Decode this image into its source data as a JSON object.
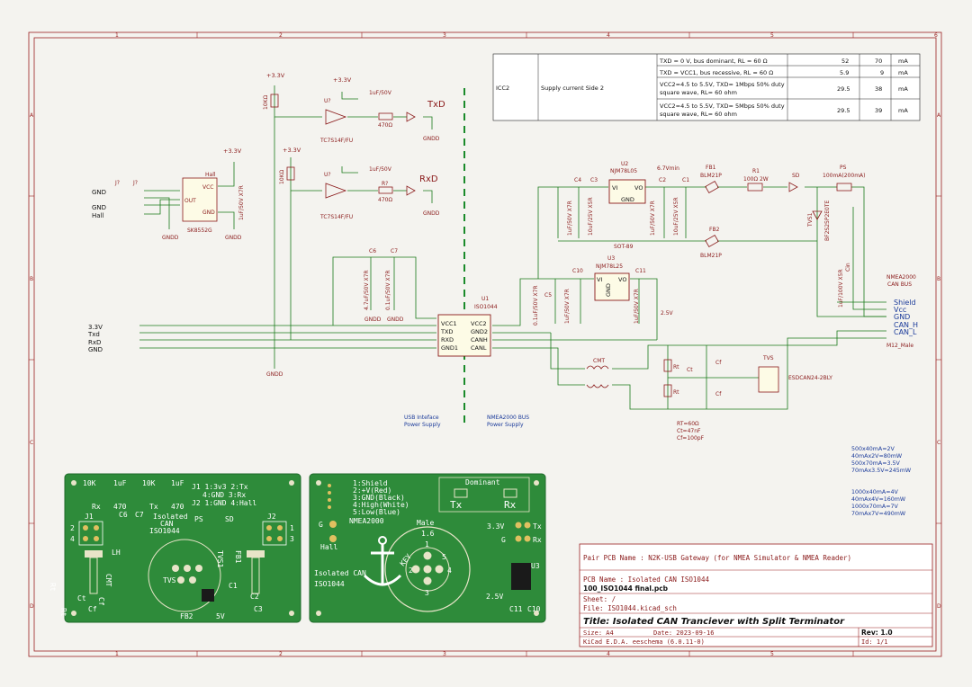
{
  "frame": {
    "columns": [
      "1",
      "2",
      "3",
      "4",
      "5",
      "6"
    ],
    "rows": [
      "A",
      "B",
      "C",
      "D"
    ]
  },
  "spec_table": {
    "param": "ICC2",
    "desc": "Supply current Side 2",
    "rows": [
      {
        "cond": "TXD = 0 V, bus dominant, RL = 60 Ω",
        "typ": "52",
        "max": "70",
        "unit": "mA"
      },
      {
        "cond": "TXD = VCC1, bus recessive, RL = 60 Ω",
        "typ": "5.9",
        "max": "9",
        "unit": "mA"
      },
      {
        "cond1": "VCC2=4.5 to 5.5V, TXD= 1Mbps 50% duty",
        "cond2": "square wave, RL= 60 ohm",
        "typ": "29.5",
        "max": "38",
        "unit": "mA"
      },
      {
        "cond1": "VCC2=4.5 to 5.5V, TXD= 5Mbps 50% duty",
        "cond2": "square wave, RL= 60 ohm",
        "typ": "29.5",
        "max": "39",
        "unit": "mA"
      }
    ]
  },
  "schematic": {
    "power_labels": {
      "v33a": "+3.3V",
      "v33b": "+3.3V",
      "v33c": "+3.3V",
      "v33d": "+3.3V"
    },
    "hall_block": {
      "conn_a": "J?",
      "conn_b": "J?",
      "pins": [
        "GND",
        "",
        "GND",
        "Hall"
      ],
      "ic_name": "SK8552G",
      "ic_title": "Hall",
      "pin_vcc": "VCC",
      "pin_out": "OUT",
      "pin_gnd": "GND",
      "cap": "1uF/50V X7R",
      "gnd1": "GNDD",
      "gnd2": "GNDD"
    },
    "led_tx": {
      "ic": "U?",
      "part": "TC7S14F/FU",
      "cap": "1uF/50V",
      "res": "470Ω",
      "label": "TxD",
      "gnd": "GNDD",
      "pullup": "10KΩ"
    },
    "led_rx": {
      "ic": "U?",
      "part": "TC7S14F/FU",
      "cap": "1uF/50V",
      "res": "R?",
      "res_val": "470Ω",
      "label": "RxD",
      "gnd": "GNDD",
      "pullup": "10KΩ"
    },
    "iso_caps": {
      "c6": "C6",
      "c7": "C7",
      "c6v": "4.7uF/50V X7R",
      "c7v": "0.1uF/50V X7R",
      "gnd1": "GNDD",
      "gnd2": "GNDD"
    },
    "left_conn": {
      "pins": [
        "3.3V",
        "Txd",
        "RxD",
        "GND"
      ],
      "gnd": "GNDD"
    },
    "u1": {
      "ref": "U1",
      "part": "ISO1044",
      "l1": "VCC1",
      "l2": "TXD",
      "l3": "RXD",
      "l4": "GND1",
      "r1": "VCC2",
      "r2": "GND2",
      "r3": "CANH",
      "r4": "CANL"
    },
    "bus_labels": {
      "left": "USB Inteface\nPower Supply",
      "left1": "USB Inteface",
      "left2": "Power Supply",
      "right1": "NMEA2000 BUS",
      "right2": "Power Supply"
    },
    "u2": {
      "ref": "U2",
      "part": "NJM78L05",
      "vi": "VI",
      "vo": "VO",
      "gnd": "GND",
      "pkg": "SOT-89",
      "c3": "C3",
      "c4": "C4",
      "c2": "C2",
      "c1": "C1",
      "vmin": "6.7Vmin",
      "c4v": "1uF/50V X7R",
      "c3v": "10uF/25V X5R",
      "c2v": "1uF/50V X7R",
      "c1v": "10uF/25V X5R"
    },
    "fb1": {
      "ref": "FB1",
      "part": "BLM21P"
    },
    "fb2": {
      "ref": "FB2",
      "part": "BLM21P"
    },
    "r1": {
      "ref": "R1",
      "val": "100Ω 2W"
    },
    "sd": {
      "ref": "SD"
    },
    "ps": {
      "ref": "PS",
      "val": "100mA(200mA)"
    },
    "tvs1": {
      "ref": "TVS1",
      "part": "BF2S25P2E0TE"
    },
    "cin": {
      "ref": "Cin",
      "val": "1uF/100V X5R"
    },
    "u3": {
      "ref": "U3",
      "part": "NJM78L25",
      "vi": "VI",
      "vo": "VO",
      "gnd": "GND",
      "c10": "C10",
      "c11": "C11",
      "c5": "C5",
      "c5v": "0.1uF/50V X7R",
      "c10v": "1uF/50V X7R",
      "c11v": "1uF/50V X7R",
      "v25": "2.5V"
    },
    "cmt": {
      "ref": "CMT"
    },
    "term": {
      "rt": "Rt",
      "ct": "Ct",
      "cf": "Cf",
      "tvs": "TVS",
      "tvs_part": "ESDCAN24-2BLY",
      "vals1": "RT=60Ω",
      "vals2": "Ct=47nF",
      "vals3": "Cf=100pF"
    },
    "nmea": {
      "title1": "NMEA2000",
      "title2": "CAN BUS",
      "pins": [
        "Shield",
        "Vcc",
        "GND",
        "CAN_H",
        "CAN_L"
      ],
      "conn": "M12_Male"
    },
    "notes1": [
      "500x40mA=2V",
      "40mAx2V=80mW",
      "500x70mA=3.5V",
      "70mAx3.5V=245mW"
    ],
    "notes2": [
      "1000x40mA=4V",
      "40mAx4V=160mW",
      "1000x70mA=7V",
      "70mAx7V=490mW"
    ]
  },
  "pcb_left": {
    "top_labels": [
      "10K",
      "1uF",
      "10K",
      "1uF"
    ],
    "rx": "Rx",
    "r470a": "470",
    "tx": "Tx",
    "r470b": "470",
    "legend1": "J1 1:3v3  2:Tx",
    "legend2": "4:GND 3:Rx",
    "legend3": "J2 1:GND 4:Hall",
    "j1": "J1",
    "j2": "J2",
    "c6": "C6",
    "c7": "C7",
    "iso1": "Isolated",
    "iso2": "CAN",
    "iso3": "ISO1044",
    "ps": "PS",
    "sd": "SD",
    "lh": "LH",
    "tvs": "TVS",
    "tvs1": "TVS1",
    "fb1": "FB1",
    "fb2": "FB2",
    "c1": "C1",
    "c2": "C2",
    "c3": "C3",
    "ct": "Ct",
    "cf": "Cf",
    "rt": "Rt",
    "rt2": "Rt",
    "cf2": "Cf",
    "cmt": "CMT",
    "v5": "5V",
    "n2": "2",
    "n4": "4",
    "n1": "1",
    "n3": "3"
  },
  "pcb_right": {
    "pins1": "1:Shield",
    "pins2": "2:+V(Red)",
    "pins3": "3:GND(Black)",
    "pins4": "4:High(White)",
    "pins5": "5:Low(Blue)",
    "dominant": "Dominant",
    "tx": "Tx",
    "rx": "Rx",
    "g": "G",
    "hall": "Hall",
    "nmea": "NMEA2000",
    "male": "Male",
    "v33": "3.3V",
    "tx2": "Tx",
    "g2": "G",
    "rx2": "Rx",
    "key": "KEY",
    "iso1": "Isolated CAN",
    "iso2": "ISO1044",
    "v25": "2.5V",
    "u3": "U3",
    "c11": "C11",
    "c10": "C10",
    "n1": "1",
    "n2": "2",
    "n3": "3",
    "n4": "4",
    "n5": "5",
    "n16": "1.6"
  },
  "title_block": {
    "pair": "Pair PCB Name : N2K-USB Gateway  (for NMEA Simulator & NMEA Reader)",
    "pcb": "PCB Name : Isolated CAN ISO1044",
    "file_pcb": "100_ISO1044 final.pcb",
    "sheet": "Sheet: /",
    "file": "File: ISO1044.kicad_sch",
    "title": "Title: Isolated CAN Tranciever with Split Terminator",
    "size": "Size: A4",
    "date": "Date: 2023-09-16",
    "rev": "Rev: 1.0",
    "kicad": "KiCad E.D.A.  eeschema (6.0.11-0)",
    "id": "Id: 1/1"
  }
}
